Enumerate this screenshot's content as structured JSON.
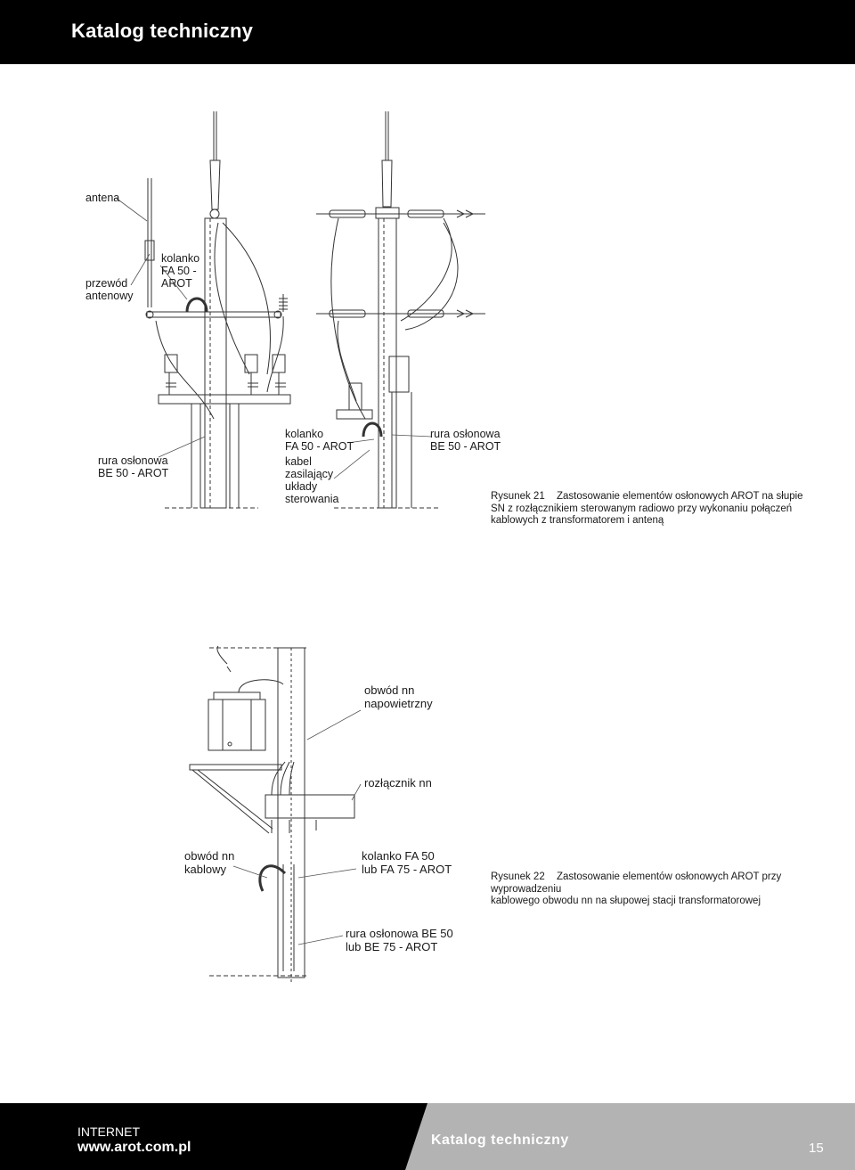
{
  "header": {
    "title": "Katalog techniczny"
  },
  "figure1": {
    "labels": {
      "antena": "antena",
      "kolanko_top": [
        "kolanko",
        "FA 50 -",
        "AROT"
      ],
      "przewod": [
        "przewód",
        "antenowy"
      ],
      "rura_left": [
        "rura osłonowa",
        "BE 50 - AROT"
      ],
      "kolanko_mid": [
        "kolanko",
        "FA 50 - AROT"
      ],
      "kabel": [
        "kabel",
        "zasilający",
        "układy",
        "sterowania"
      ],
      "rura_right": [
        "rura osłonowa",
        "BE 50 - AROT"
      ]
    },
    "caption": {
      "number": "Rysunek 21",
      "lines": [
        "Zastosowanie elementów osłonowych AROT na słupie",
        "SN z rozłącznikiem sterowanym radiowo przy wykonaniu połączeń",
        "kablowych z transformatorem i anteną"
      ]
    }
  },
  "figure2": {
    "labels": {
      "obwod_napow": [
        "obwód nn",
        "napowietrzny"
      ],
      "rozlacznik": "rozłącznik nn",
      "obwod_kabl": [
        "obwód nn",
        "kablowy"
      ],
      "kolanko": [
        "kolanko FA 50",
        "lub FA 75 - AROT"
      ],
      "rura": [
        "rura osłonowa BE 50",
        "lub BE 75 - AROT"
      ]
    },
    "caption": {
      "number": "Rysunek 22",
      "lines": [
        "Zastosowanie elementów osłonowych AROT przy wyprowadzeniu",
        "kablowego obwodu nn na słupowej stacji transformatorowej"
      ]
    }
  },
  "footer": {
    "internet_label": "INTERNET",
    "url": "www.arot.com.pl",
    "title": "Katalog techniczny",
    "page_number": "15"
  },
  "colors": {
    "header_bg": "#000000",
    "footer_dark": "#000000",
    "footer_grey": "#b3b3b3"
  }
}
